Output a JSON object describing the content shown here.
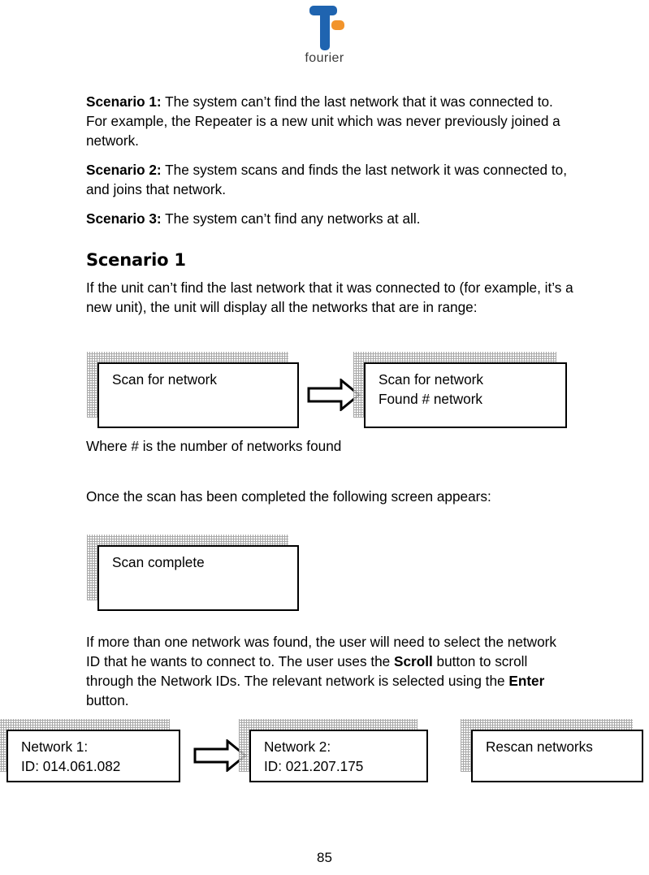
{
  "logo": {
    "wordmark": "fourier",
    "mark_icon": "fourier-f-logo-icon",
    "blue": "#1F64B0",
    "orange": "#F2942B"
  },
  "intro": {
    "scenarios": [
      {
        "label": "Scenario 1:",
        "text": " The system can’t find the last network that it was connected to. For example, the Repeater is a new unit which was never previously joined a network."
      },
      {
        "label": "Scenario 2:",
        "text": " The system scans and finds the last network it was connected to, and joins that network."
      },
      {
        "label": "Scenario 3:",
        "text": " The system can’t find any networks at all."
      }
    ]
  },
  "section": {
    "heading": "Scenario 1",
    "paragraph_1": "If the unit can’t find the last network that it was connected to (for example, it’s a new unit), the unit will display all the networks that are in range:",
    "caption_1": "Where # is the number of networks found",
    "paragraph_2": "Once the scan has been completed the following screen appears:",
    "paragraph_3_part_1": "If more than one network was found, the user will need to select the network ID that he wants to connect to. The user uses the ",
    "paragraph_3_bold_1": "Scroll",
    "paragraph_3_part_2": " button to scroll through the Network IDs. The relevant network is selected using the ",
    "paragraph_3_bold_2": "Enter",
    "paragraph_3_part_3": " button."
  },
  "screens": {
    "scan_for_network": {
      "line1": "Scan for network",
      "line2": ""
    },
    "scan_found": {
      "line1": "Scan for network",
      "line2": "Found # network"
    },
    "scan_complete": {
      "line1": "Scan complete",
      "line2": ""
    },
    "network_1": {
      "line1": "Network 1:",
      "line2": "ID: 014.061.082"
    },
    "network_2": {
      "line1": "Network 2:",
      "line2": "ID: 021.207.175"
    },
    "rescan": {
      "line1": "Rescan networks",
      "line2": ""
    }
  },
  "arrows": {
    "icon": "right-block-arrow-icon"
  },
  "footer": {
    "page_number": "85"
  }
}
